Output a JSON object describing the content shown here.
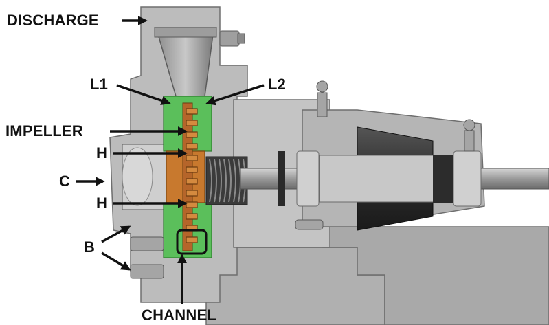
{
  "labels": {
    "discharge": "DISCHARGE",
    "l1": "L1",
    "l2": "L2",
    "impeller": "IMPELLER",
    "h_upper": "H",
    "c": "C",
    "h_lower": "H",
    "b": "B",
    "channel": "CHANNEL"
  },
  "colors": {
    "casing": "#b9b9b9",
    "casing_edge": "#6e6e6e",
    "shaft": "#8c8c8c",
    "dark_part": "#3a3a3a",
    "seal_green": "#5bbf5b",
    "impeller_orange": "#c8792e",
    "arrow": "#111111"
  }
}
